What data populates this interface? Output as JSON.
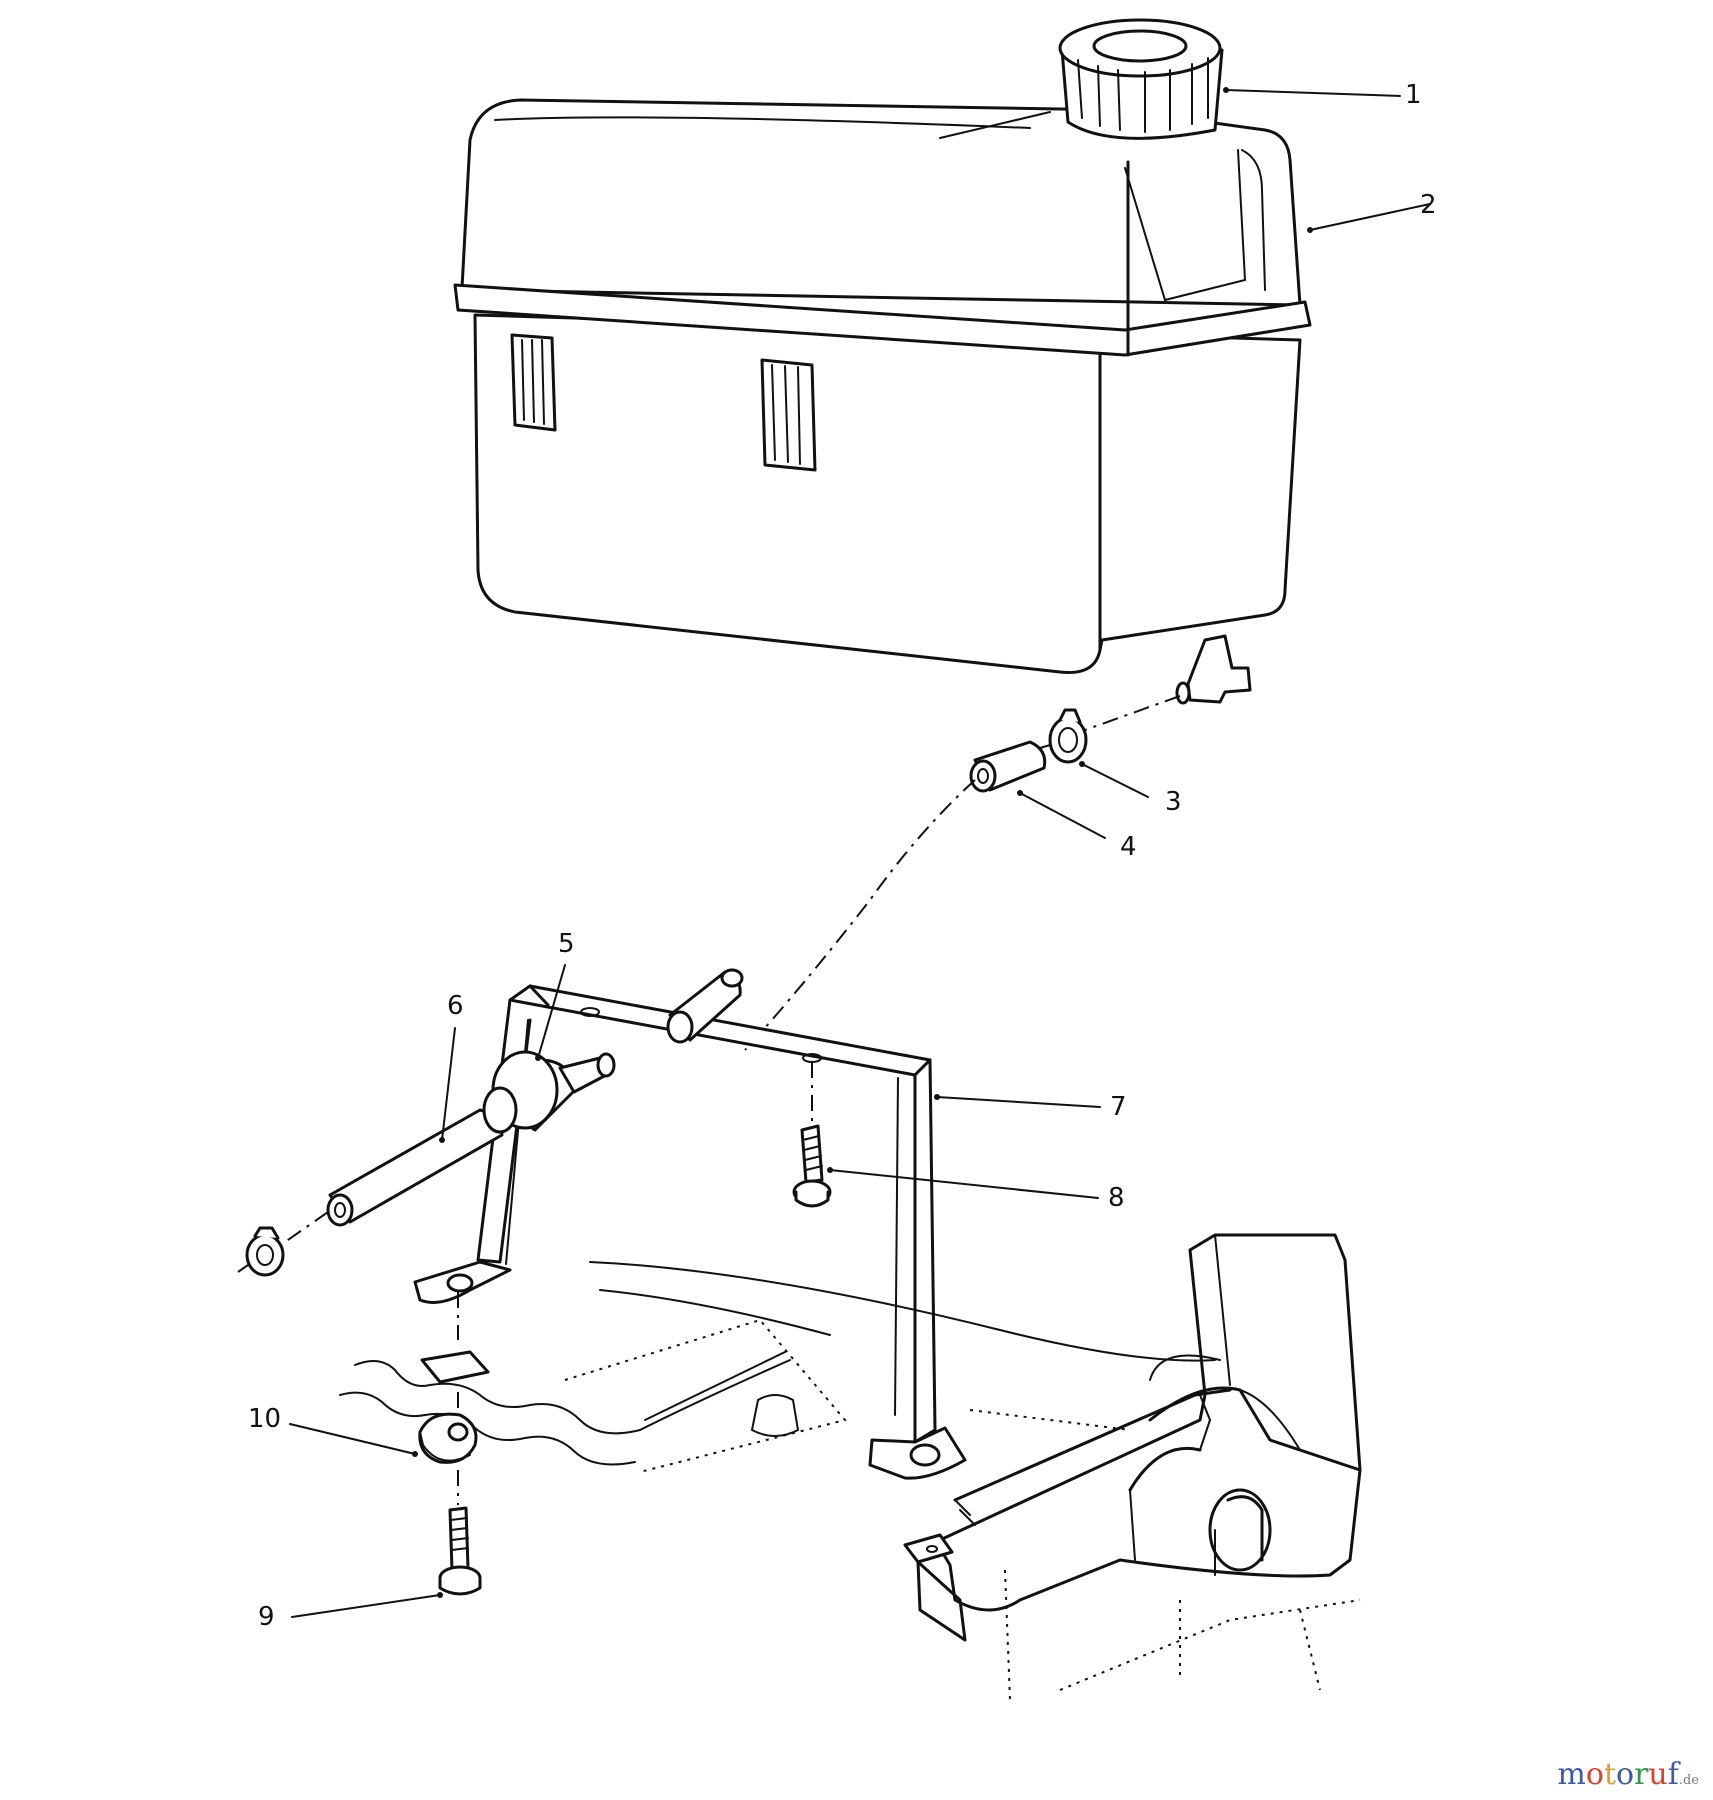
{
  "callouts": [
    {
      "id": "1",
      "label": "1"
    },
    {
      "id": "2",
      "label": "2"
    },
    {
      "id": "3",
      "label": "3"
    },
    {
      "id": "4",
      "label": "4"
    },
    {
      "id": "5",
      "label": "5"
    },
    {
      "id": "6",
      "label": "6"
    },
    {
      "id": "7",
      "label": "7"
    },
    {
      "id": "8",
      "label": "8"
    },
    {
      "id": "9",
      "label": "9"
    },
    {
      "id": "10",
      "label": "10"
    }
  ],
  "watermark": {
    "letters": [
      "m",
      "o",
      "t",
      "o",
      "r",
      "u",
      "f"
    ],
    "letter_colors": [
      "#3b5ba7",
      "#d8442b",
      "#e0a020",
      "#3b5ba7",
      "#2e9a48",
      "#d8442b",
      "#3b5ba7"
    ],
    "suffix": ".de"
  }
}
